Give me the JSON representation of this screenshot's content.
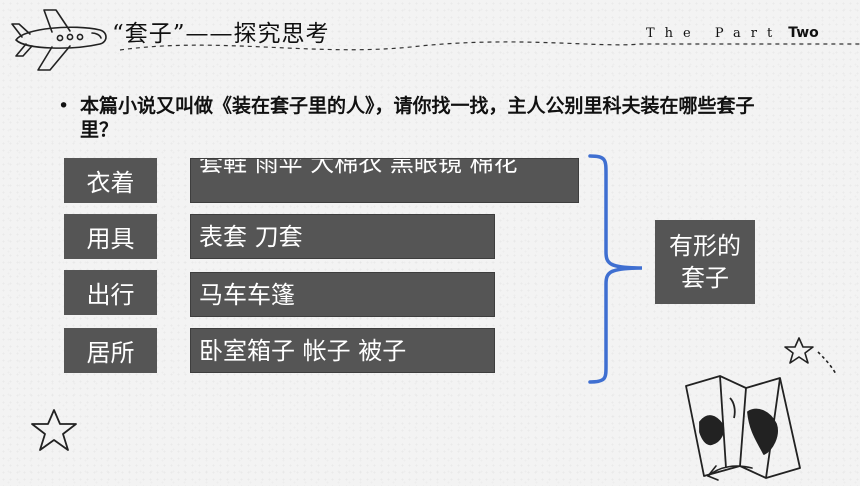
{
  "header": {
    "title": "“套子”——探究思考",
    "part_label": "The Part",
    "part_number": "Two"
  },
  "question": {
    "bullet": "•",
    "text": "本篇小说又叫做《装在套子里的人》，请你找一找，主人公别里科夫装在哪些套子里？"
  },
  "categories": [
    {
      "label": "衣着",
      "items": "套鞋 雨伞 大棉衣 黑眼镜 棉花"
    },
    {
      "label": "用具",
      "items": "表套 刀套"
    },
    {
      "label": "出行",
      "items": "马车车篷"
    },
    {
      "label": "居所",
      "items": "卧室箱子 帐子 被子"
    }
  ],
  "conclusion": "有形的\n套子",
  "colors": {
    "box_fill": "#555555",
    "bracket": "#3f6fd1",
    "background": "#f3f3f3"
  },
  "icons": [
    "airplane-icon",
    "star-icon",
    "map-icon",
    "arrow-icon"
  ]
}
